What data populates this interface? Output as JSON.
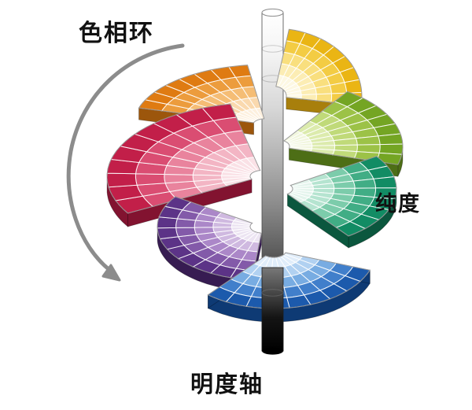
{
  "labels": {
    "hue_ring": "色相环",
    "chroma": "纯度",
    "value_axis": "明度轴"
  },
  "colors": {
    "background": "#ffffff",
    "text": "#111111",
    "arrow": "#8c8c8c",
    "axis_stops": [
      "#ffffff",
      "#f4f4f4",
      "#d8d8d8",
      "#b5b5b5",
      "#8e8e8e",
      "#5f5f5f",
      "#2b2b2b",
      "#000000"
    ],
    "axis_front_stops": [
      "#787878",
      "#474747",
      "#141414",
      "#000000"
    ]
  },
  "wedges": [
    {
      "name": "yellow",
      "bands": [
        "#fdf8e3",
        "#fcedb4",
        "#f9df7e",
        "#f3cc44",
        "#eab514"
      ],
      "side": "#a87f0c"
    },
    {
      "name": "orange",
      "bands": [
        "#fdf0de",
        "#fad9ae",
        "#f5bd75",
        "#ec9c3d",
        "#df7b12"
      ],
      "side": "#9c560c"
    },
    {
      "name": "green",
      "bands": [
        "#f1f6dd",
        "#dcebad",
        "#c0da79",
        "#9cc247",
        "#74a523"
      ],
      "side": "#4d6e16"
    },
    {
      "name": "red",
      "bands": [
        "#fae1e6",
        "#f3b5c4",
        "#e9839d",
        "#da4d72",
        "#c21f49"
      ],
      "side": "#821330"
    },
    {
      "name": "teal",
      "bands": [
        "#e3f4ec",
        "#b5e4d0",
        "#7cccab",
        "#41ad85",
        "#128c64"
      ],
      "side": "#0b573e"
    },
    {
      "name": "purple",
      "bands": [
        "#ece4f2",
        "#cfb9e0",
        "#ab87c8",
        "#835aa9",
        "#5c3387"
      ],
      "side": "#371c52"
    },
    {
      "name": "blue",
      "bands": [
        "#e0edfa",
        "#b1d1f1",
        "#78ace2",
        "#417fcb",
        "#1c5aac"
      ],
      "side": "#0e3a74"
    }
  ]
}
